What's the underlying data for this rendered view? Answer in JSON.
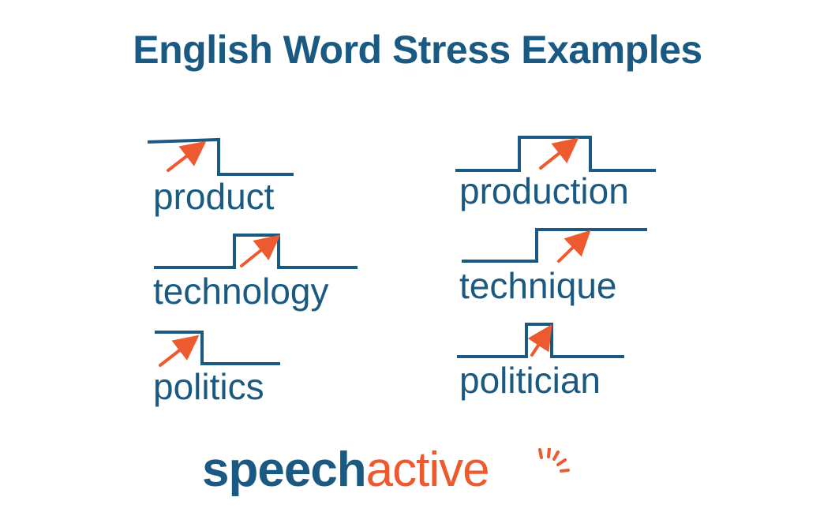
{
  "colors": {
    "primary": "#1a5a82",
    "accent": "#ee5a30"
  },
  "title": "English Word Stress Examples",
  "examples": [
    {
      "word": "product"
    },
    {
      "word": "production"
    },
    {
      "word": "technology"
    },
    {
      "word": "technique"
    },
    {
      "word": "politics"
    },
    {
      "word": "politician"
    }
  ],
  "logo": {
    "part1": "speech",
    "part2": "active"
  },
  "icons": [
    "stress-arrow-icon",
    "logo-sun-icon"
  ]
}
